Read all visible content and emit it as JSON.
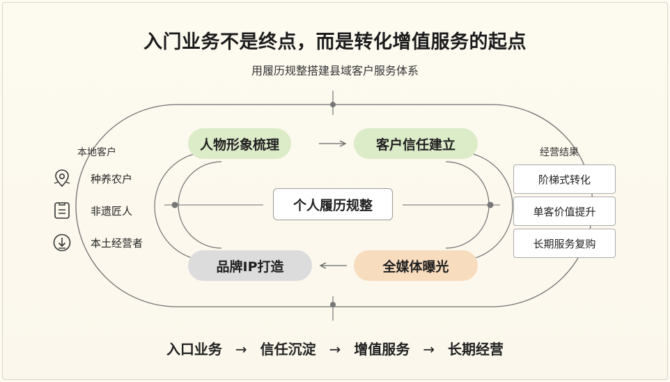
{
  "title": "入门业务不是终点，而是转化增值服务的起点",
  "subtitle": "用履历规整搭建县域客户服务体系",
  "loop": {
    "top_left": "人物形象梳理",
    "top_right": "客户信任建立",
    "bottom_right": "全媒体曝光",
    "bottom_left": "品牌IP打造",
    "center": "个人履历规整",
    "colors": {
      "green": "#dcebc8",
      "peach": "#f8dcbe",
      "grey": "#dcdcdc"
    }
  },
  "customers": {
    "label": "本地客户",
    "items": [
      {
        "label": "种养农户",
        "icon": "location-pin-icon"
      },
      {
        "label": "非遗匠人",
        "icon": "document-icon"
      },
      {
        "label": "本土经营者",
        "icon": "download-circle-icon"
      }
    ]
  },
  "results": {
    "label": "经营结果",
    "items": [
      "阶梯式转化",
      "单客价值提升",
      "长期服务复购"
    ]
  },
  "bottom_flow": [
    "入口业务",
    "信任沉淀",
    "增值服务",
    "长期经营"
  ],
  "arrow_glyph": "→"
}
